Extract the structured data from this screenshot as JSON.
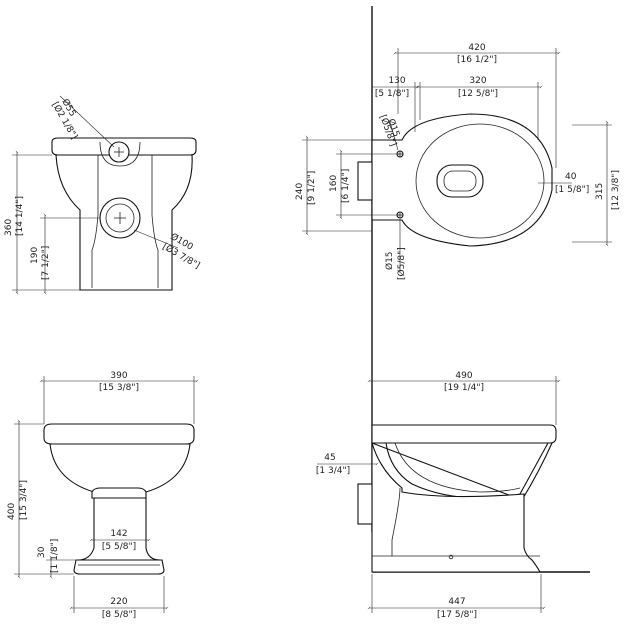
{
  "dimensions": {
    "top_d55": {
      "mm": "Ø55",
      "in": "[Ø2 1/8\"]"
    },
    "top_d100": {
      "mm": "Ø100",
      "in": "[Ø3 7/8\"]"
    },
    "top_h360": {
      "mm": "360",
      "in": "[14 1/4\"]"
    },
    "top_h190": {
      "mm": "190",
      "in": "[7 1/2\"]"
    },
    "plan_w420": {
      "mm": "420",
      "in": "[16 1/2\"]"
    },
    "plan_w320": {
      "mm": "320",
      "in": "[12 5/8\"]"
    },
    "plan_w130": {
      "mm": "130",
      "in": "[5 1/8\"]"
    },
    "plan_d15a": {
      "mm": "Ø15",
      "in": "[Ø5/8\"]"
    },
    "plan_d15b": {
      "mm": "Ø15",
      "in": "[Ø5/8\"]"
    },
    "plan_h240": {
      "mm": "240",
      "in": "[9 1/2\"]"
    },
    "plan_h160": {
      "mm": "160",
      "in": "[6 1/4\"]"
    },
    "plan_w40": {
      "mm": "40",
      "in": "[1 5/8\"]"
    },
    "plan_h315": {
      "mm": "315",
      "in": "[12 3/8\"]"
    },
    "front_w390": {
      "mm": "390",
      "in": "[15 3/8\"]"
    },
    "front_h400": {
      "mm": "400",
      "in": "[15 3/4\"]"
    },
    "front_h30": {
      "mm": "30",
      "in": "[1 1/8\"]"
    },
    "front_w142": {
      "mm": "142",
      "in": "[5 5/8\"]"
    },
    "front_w220": {
      "mm": "220",
      "in": "[8 5/8\"]"
    },
    "side_w490": {
      "mm": "490",
      "in": "[19 1/4\"]"
    },
    "side_h45": {
      "mm": "45",
      "in": "[1 3/4\"]"
    },
    "side_w447": {
      "mm": "447",
      "in": "[17 5/8\"]"
    }
  }
}
